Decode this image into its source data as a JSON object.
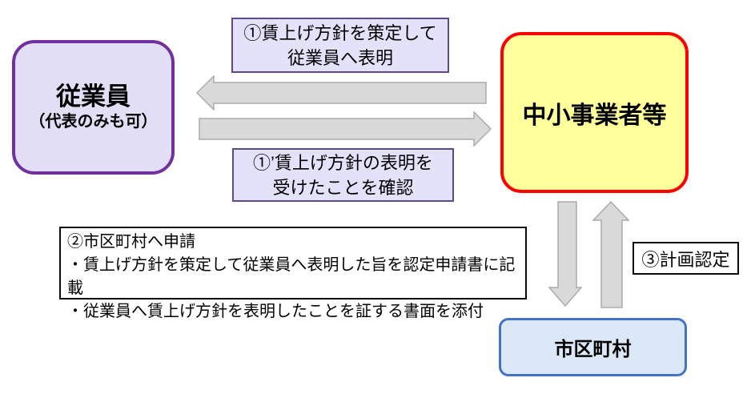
{
  "diagram": {
    "background_color": "#FFFFFF",
    "arrow_fill_color": "#D9D9D9",
    "arrow_stroke_color": "#ABABAB",
    "nodes": {
      "employee": {
        "title": "従業員",
        "subtitle": "（代表のみも可）",
        "fill_color": "#E1DEF6",
        "border_color": "#7030A0"
      },
      "sme": {
        "title": "中小事業者等",
        "fill_color": "#FFFF9C",
        "border_color": "#FF0000"
      },
      "municipality": {
        "title": "市区町村",
        "fill_color": "#DBE8F7",
        "border_color": "#4472C4"
      }
    },
    "labels": {
      "step1": {
        "line1": "①賃上げ方針を策定して",
        "line2": "従業員へ表明",
        "fill_color": "#E4E1FA",
        "border_color": "#5D4B85"
      },
      "step1b": {
        "line1": "①’賃上げ方針の表明を",
        "line2": "受けたことを確認",
        "fill_color": "#E4E1FA",
        "border_color": "#5D4B85"
      },
      "step2": {
        "title": "②市区町村へ申請",
        "bullets": [
          "・賃上げ方針を策定して従業員へ表明した旨を認定申請書に記載",
          "・従業員へ賃上げ方針を表明したことを証する書面を添付"
        ]
      },
      "step3": {
        "text": "③計画認定"
      }
    },
    "arrows": [
      {
        "name": "sme-to-employee",
        "direction": "left"
      },
      {
        "name": "employee-to-sme",
        "direction": "right"
      },
      {
        "name": "sme-to-municipality",
        "direction": "down"
      },
      {
        "name": "municipality-to-sme",
        "direction": "up"
      }
    ]
  }
}
